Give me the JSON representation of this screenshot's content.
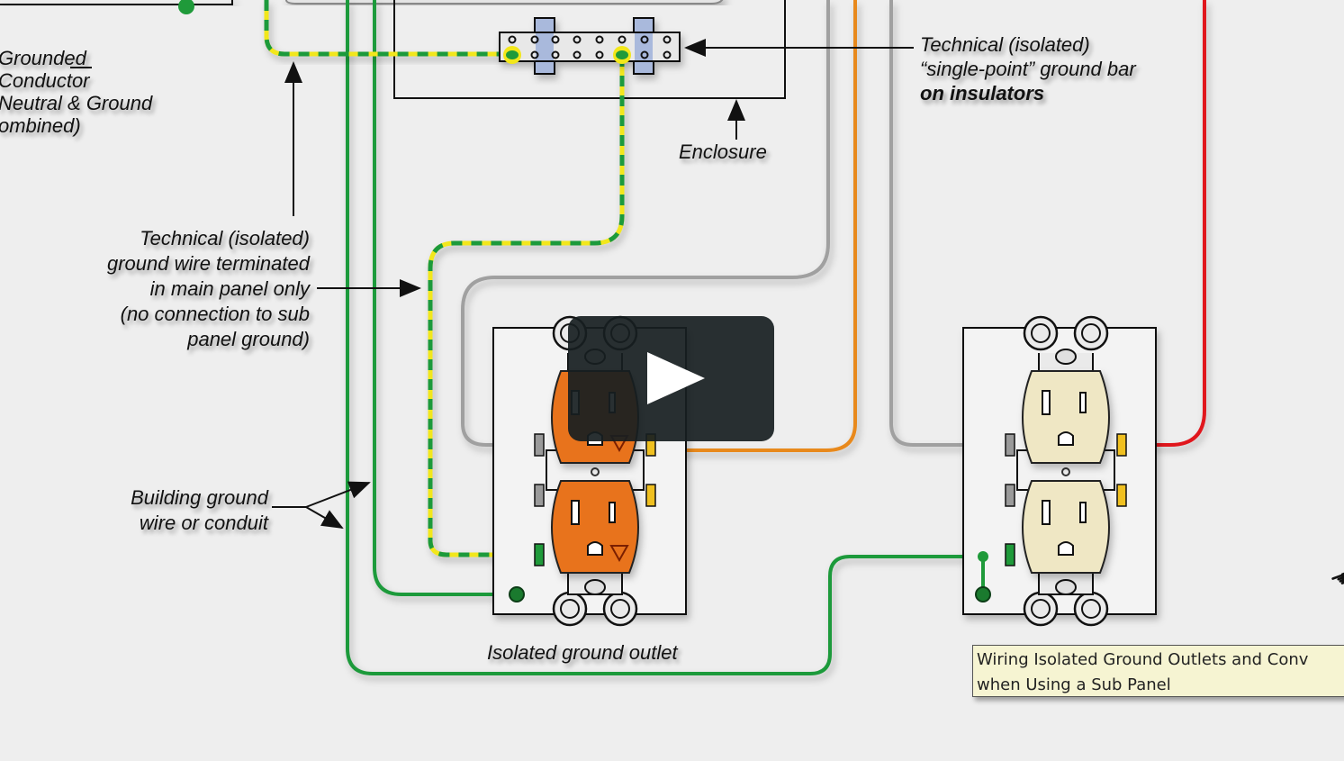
{
  "video": {
    "diagram_labels": {
      "grounded_conductor": [
        "Grounded",
        "Conductor",
        "Neutral & Ground",
        "ombined)"
      ],
      "ground_bar": [
        "Technical (isolated)",
        "“single-point” ground bar",
        "on insulators"
      ],
      "enclosure": "Enclosure",
      "technical_ground_wire": [
        "Technical (isolated)",
        "ground wire terminated",
        "in main panel only",
        "(no connection to sub",
        "panel ground)"
      ],
      "building_ground": [
        "Building ground",
        "wire or conduit"
      ],
      "isolated_outlet": "Isolated ground outlet"
    },
    "play_button_label": "Play",
    "tooltip": [
      "Wiring Isolated Ground Outlets and Conv",
      "when Using a Sub Panel"
    ]
  },
  "colors": {
    "background": "#eeeeee",
    "ground_green": "#1f9a3a",
    "ground_yellow": "#f2e71a",
    "neutral_gray": "#a0a0a0",
    "hot_orange": "#e8891c",
    "hot_red": "#e0141e",
    "isolated_outlet": "#e8731b",
    "standard_outlet": "#efe7c4",
    "bar_insulator": "#a9b9dc",
    "play_overlay": "#171e21",
    "tooltip_bg": "#f6f4d2"
  }
}
